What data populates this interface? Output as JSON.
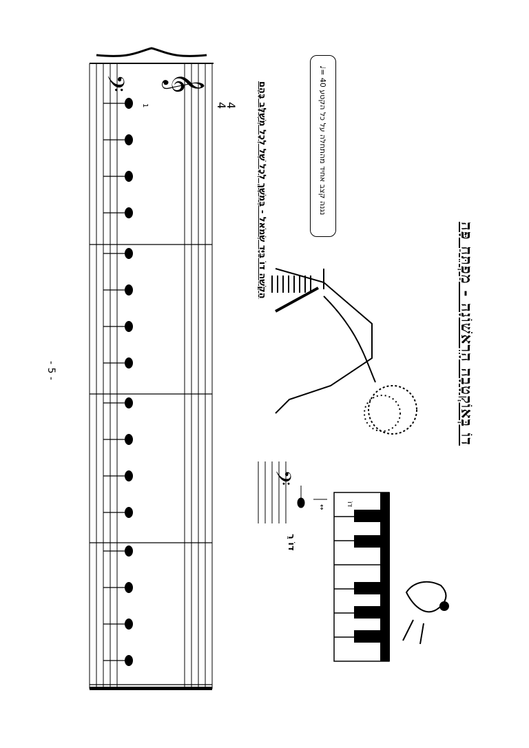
{
  "page": {
    "title": "דוֹ בְּאוֹקְטָבָה הָרִאשׁוֹנָה - מַפְתֵּחַ פָּה",
    "subtitle": "הַקְשֵׁה דוֹ בַּיָּד שְׂמֹאל - בְּמִשֶּׁךְ לְכָל שֶׁל לְכָל מְשֻׁלָּב בָּהֶם",
    "tempo_note": "♩= 40  נגנה קצב אחיד מהתחלה על כל הקטע",
    "key_label": "דוֹ רֵ",
    "keyboard_label": "דוֹ",
    "time_signature_top": "4",
    "time_signature_bottom": "4",
    "fingering": "1",
    "page_number": "- 5 -"
  },
  "music": {
    "clefs": [
      "treble-clef",
      "bass-clef"
    ],
    "measures": 4,
    "notes_per_measure": 4,
    "note_pitch": "C3"
  },
  "icons": [
    "piano-keyboard-icon",
    "bird-icon",
    "flute-player-illustration"
  ]
}
